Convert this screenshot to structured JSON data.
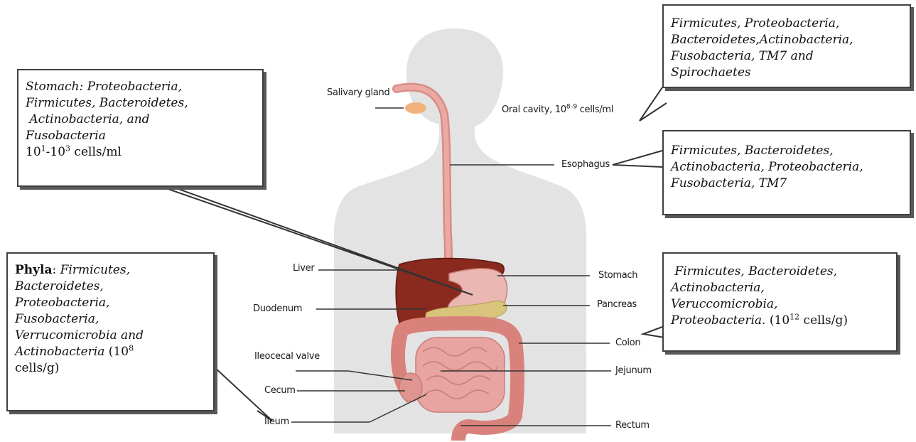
{
  "labels": {
    "salivary_gland": "Salivary gland",
    "oral_cavity": "Oral cavity, 10",
    "oral_cavity_exp": "8–9",
    "oral_cavity_unit": " cells/ml",
    "esophagus": "Esophagus",
    "liver": "Liver",
    "stomach": "Stomach",
    "duodenum": "Duodenum",
    "pancreas": "Pancreas",
    "colon": "Colon",
    "ileocecal_valve": "Ileocecal valve",
    "jejunum": "Jejunum",
    "cecum": "Cecum",
    "ileum": "Ileum",
    "rectum": "Rectum"
  },
  "callouts": {
    "oral": {
      "lines": [
        "Firmicutes, Proteobacteria,",
        "Bacteroidetes,Actinobacteria,",
        "Fusobacteria, TM7 and",
        "Spirochaetes"
      ]
    },
    "stomach": {
      "lines": [
        "Stomach: Proteobacteria,",
        "Firmicutes, Bacteroidetes,",
        " Actinobacteria, and",
        "Fusobacteria"
      ],
      "count_base1": "10",
      "count_exp1": "1",
      "count_mid": "-10",
      "count_exp2": "3",
      "count_unit": " cells/ml"
    },
    "esophagus": {
      "lines": [
        "Firmicutes, Bacteroidetes,",
        "Actinobacteria, Proteobacteria,",
        "Fusobacteria, TM7"
      ]
    },
    "intestine": {
      "heading": "Phyla",
      "colon_sep": ": ",
      "lines": [
        "Firmicutes,",
        "Bacteroidetes,",
        "Proteobacteria,",
        "Fusobacteria,",
        "Verrucomicrobia and",
        "Actinobacteria"
      ],
      "count_open": " (10",
      "count_exp": "8",
      "count_close": "cells/g)"
    },
    "colon": {
      "lines": [
        " Firmicutes, Bacteroidetes,",
        "Actinobacteria,",
        "Veruccomicrobia,",
        "Proteobacteria."
      ],
      "count_open": " (10",
      "count_exp": "12",
      "count_close": " cells/g)"
    }
  },
  "colors": {
    "body_silhouette": "#e3e3e3",
    "esophagus": "#e8a09a",
    "liver": "#8a2a1e",
    "stomach": "#eab7b3",
    "pancreas": "#d8c47a",
    "intestine": "#e7a4a0",
    "colon": "#d9827c",
    "salivary": "#f2b27d",
    "callout_border": "#404040"
  }
}
